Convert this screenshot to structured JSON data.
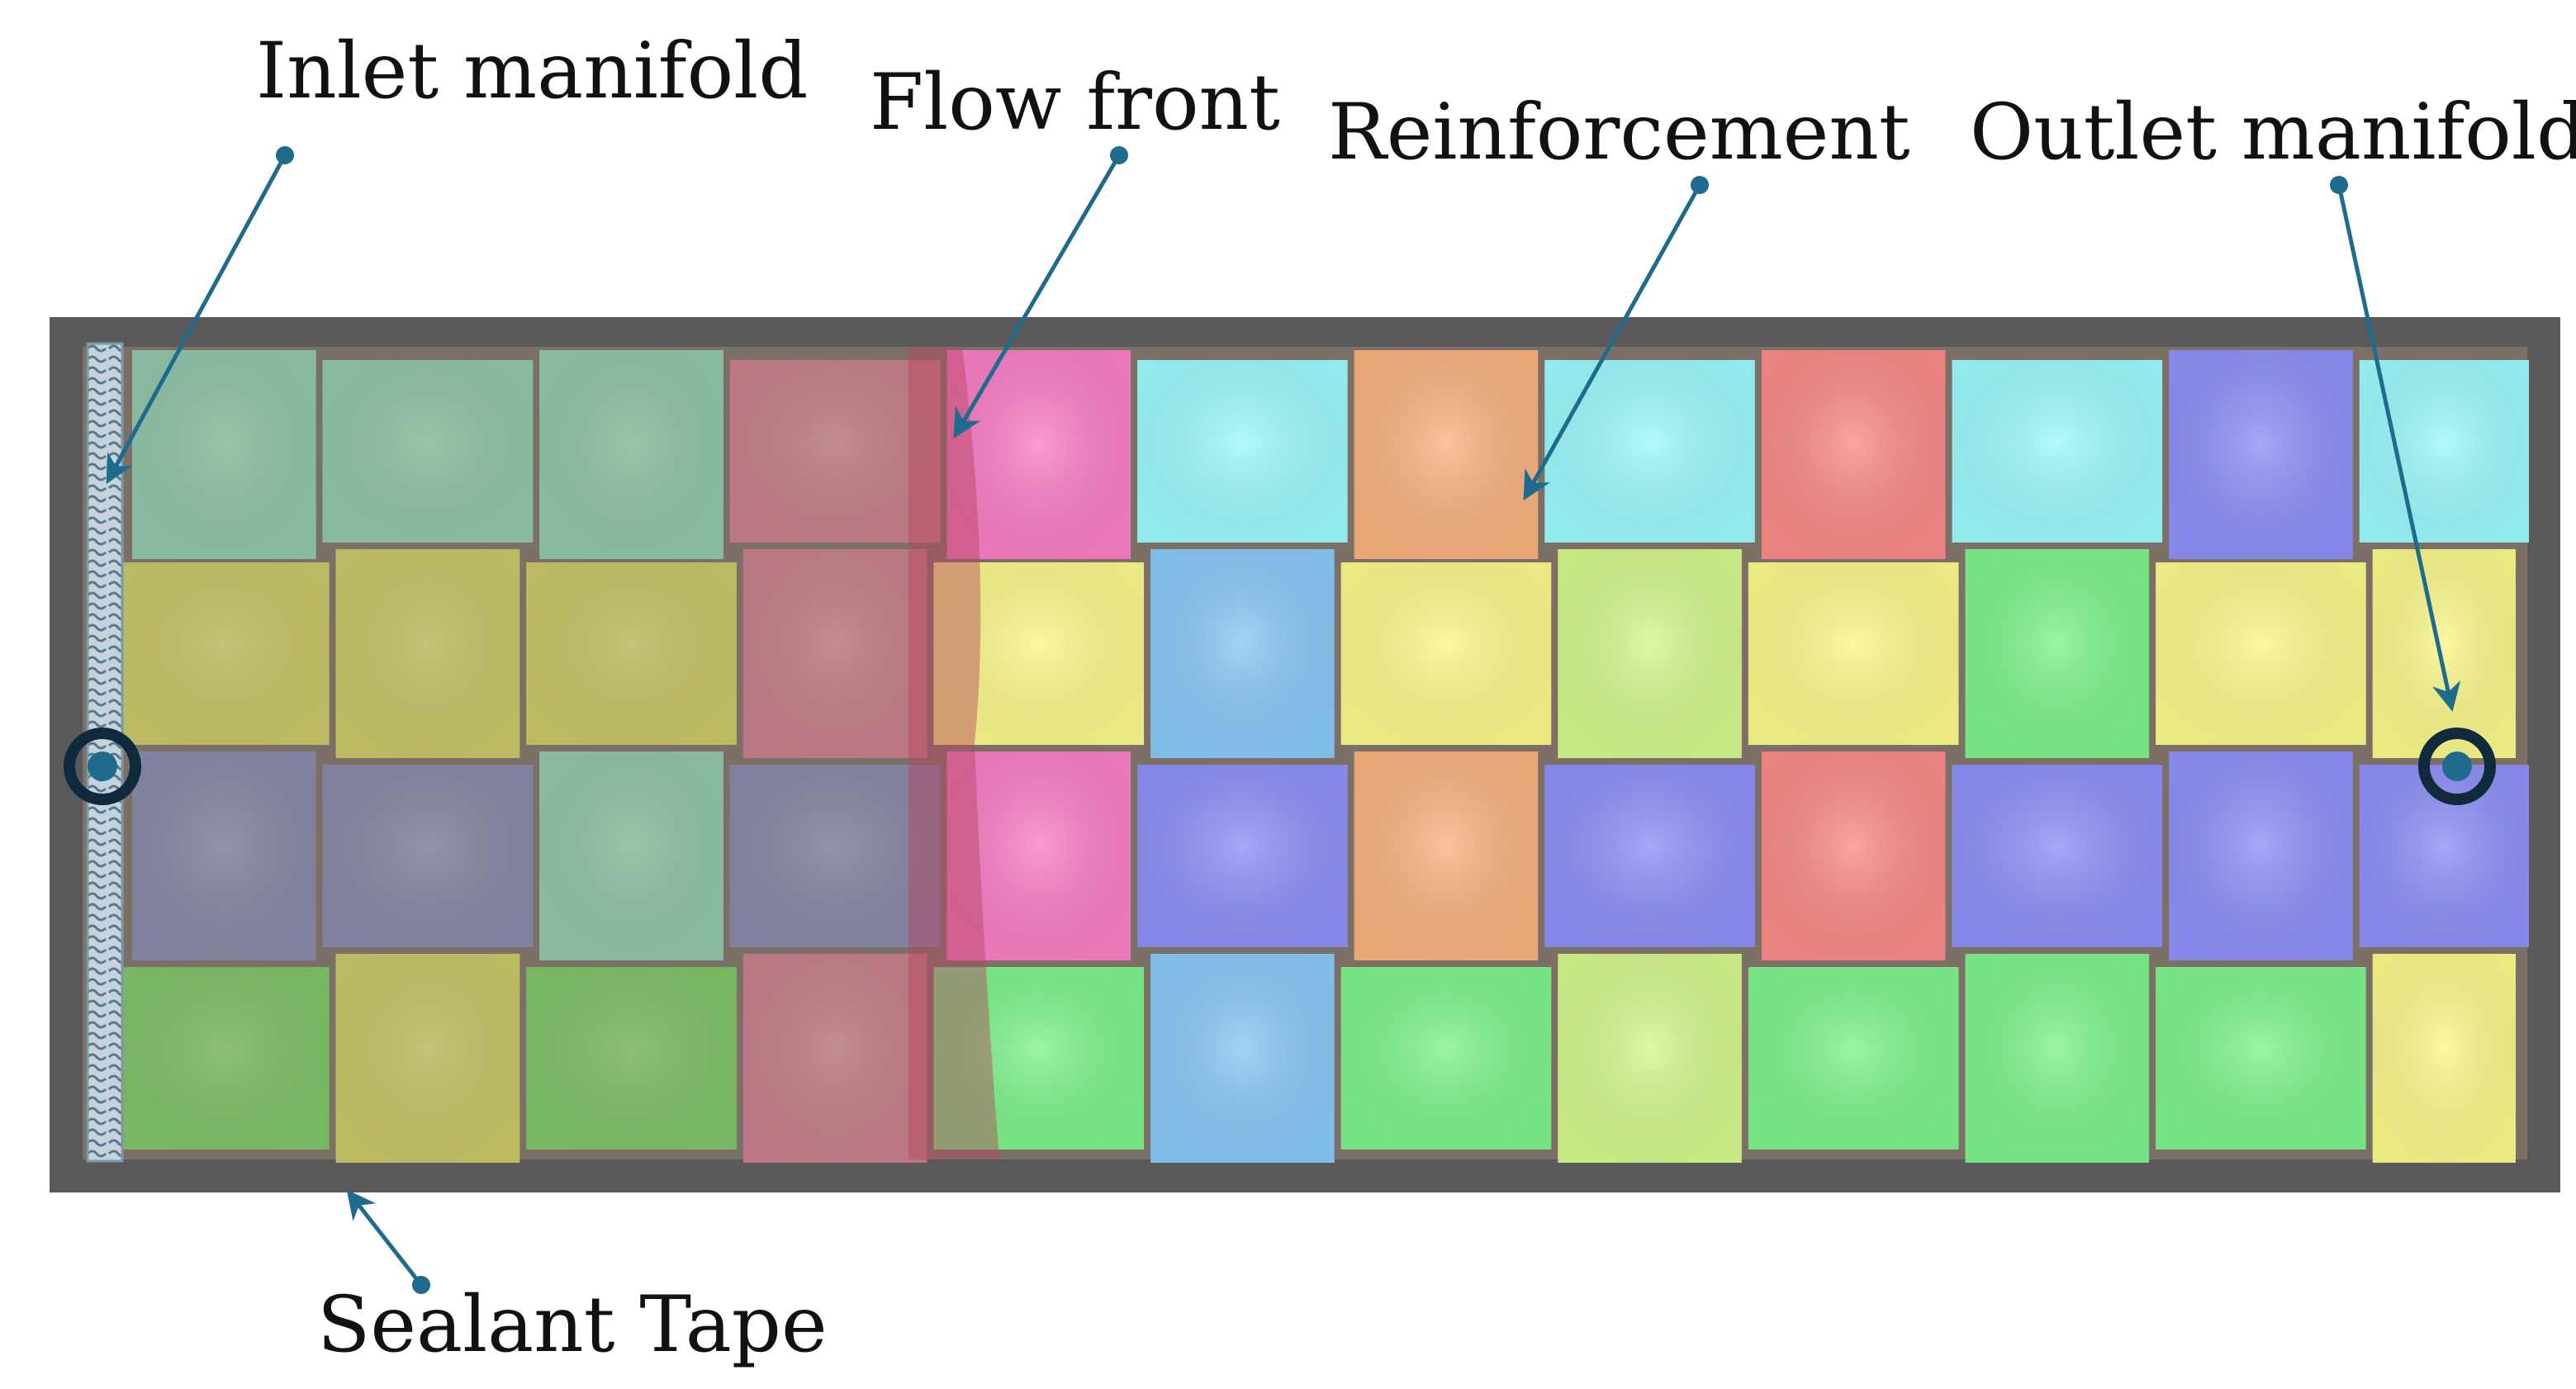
{
  "labels": {
    "inlet_manifold": "Inlet manifold",
    "flow_front": "Flow front",
    "reinforcement": "Reinforcement",
    "outlet_manifold": "Outlet manifold",
    "sealant_tape": "Sealant Tape"
  },
  "colors": {
    "frame": "#595959",
    "arrow": "#1f6b8e",
    "port": "#0e2a3c",
    "inlet_strip": "#9fb6c2",
    "resin_tint": "#7a7a3a"
  },
  "weave": {
    "rows": 4,
    "cols": 11,
    "wet_cols": 4,
    "flow_front_col": 4,
    "row_colors": [
      [
        "#9cf9fb",
        "#9cf9fb",
        "#9cf9fb",
        "#f97fc6",
        "#f97fc6",
        "#9cf9fb",
        "#f9b380",
        "#9cf9fb",
        "#f98a8a",
        "#9cf9fb",
        "#8f90f7"
      ],
      [
        "#faf88a",
        "#faf88a",
        "#faf88a",
        "#f97fc6",
        "#faf88a",
        "#88c8f7",
        "#faf88a",
        "#d4f78d",
        "#faf88a",
        "#7ef38a",
        "#faf88a"
      ],
      [
        "#8f90f7",
        "#8f90f7",
        "#9cf9fb",
        "#8f90f7",
        "#f97fc6",
        "#8f90f7",
        "#f9b380",
        "#8f90f7",
        "#f98a8a",
        "#8f90f7",
        "#8f90f7"
      ],
      [
        "#7ef38a",
        "#faf88a",
        "#7ef38a",
        "#f97fc6",
        "#7ef38a",
        "#88c8f7",
        "#7ef38a",
        "#d4f78d",
        "#7ef38a",
        "#7ef38a",
        "#7ef38a"
      ]
    ],
    "last_col_colors": [
      "#9cf9fb",
      "#faf88a",
      "#8f90f7",
      "#faf88a"
    ]
  }
}
